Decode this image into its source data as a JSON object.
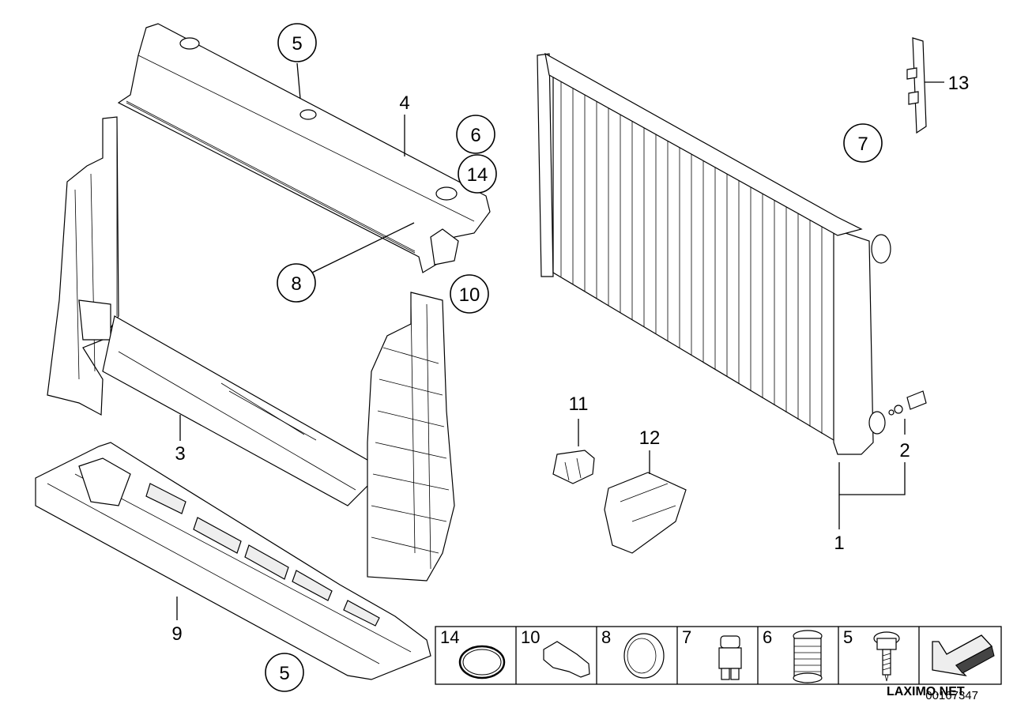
{
  "callouts": {
    "c5_top": "5",
    "c4": "4",
    "c6": "6",
    "c14": "14",
    "c7": "7",
    "c13": "13",
    "c8": "8",
    "c10": "10",
    "c3": "3",
    "c11": "11",
    "c12": "12",
    "c2": "2",
    "c1": "1",
    "c9": "9",
    "c5_bottom": "5"
  },
  "parts_table": {
    "cells": [
      "14",
      "10",
      "8",
      "7",
      "6",
      "5"
    ]
  },
  "footer": {
    "watermark": "LAXIMO.NET",
    "drawing_code": "00167347"
  }
}
